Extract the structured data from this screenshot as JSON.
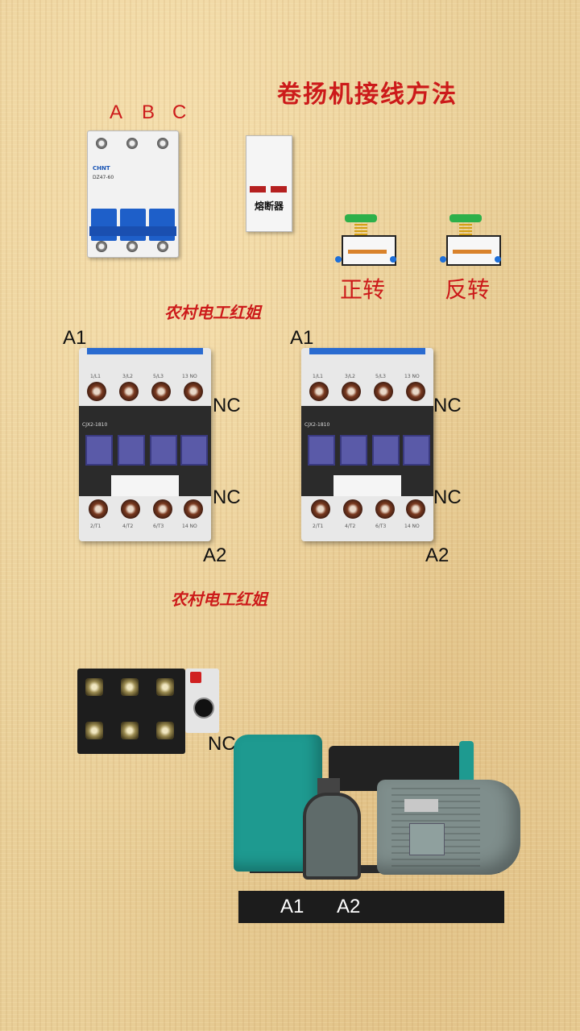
{
  "title": "卷扬机接线方法",
  "watermark_1": "农村电工红姐",
  "watermark_2": "农村电工红姐",
  "breaker": {
    "phase_labels": [
      "A",
      "B",
      "C"
    ],
    "brand": "CHNT",
    "model": "DZ47-60"
  },
  "fuse": {
    "label": "熔断器"
  },
  "buttons": {
    "forward": "正转",
    "reverse": "反转"
  },
  "contactor_left": {
    "model": "CJX2-1810",
    "top_terminals": [
      "1/L1",
      "3/L2",
      "5/L3",
      "13 NO"
    ],
    "bottom_terminals": [
      "2/T1",
      "4/T2",
      "6/T3",
      "14 NO"
    ],
    "coil_top": "A1",
    "coil_bottom": "A2",
    "aux_top": "NC",
    "aux_bottom": "NC"
  },
  "contactor_right": {
    "model": "CJX2-1810",
    "top_terminals": [
      "1/L1",
      "3/L2",
      "5/L3",
      "13 NO"
    ],
    "bottom_terminals": [
      "2/T1",
      "4/T2",
      "6/T3",
      "14 NO"
    ],
    "coil_top": "A1",
    "coil_bottom": "A2",
    "aux_top": "NC",
    "aux_bottom": "NC"
  },
  "thermal_relay": {
    "aux": "NC"
  },
  "winch": {
    "brake_a1": "A1",
    "brake_a2": "A2"
  },
  "colors": {
    "title_red": "#cc1a1a",
    "breaker_blue": "#1e5fc9",
    "winch_teal": "#1e9a90",
    "button_green": "#2db04a"
  }
}
